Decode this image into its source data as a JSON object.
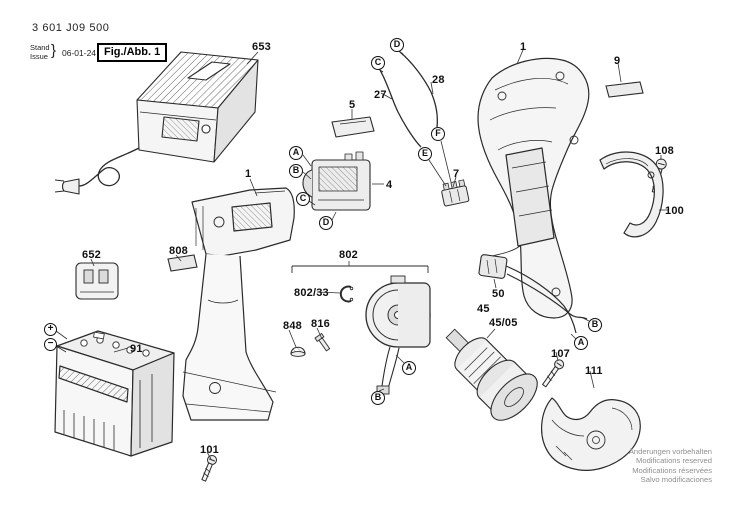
{
  "header": {
    "part_number": "3 601 J09 500",
    "stand_label": "Stand",
    "issue_label": "Issue",
    "brace": "}",
    "issue_date": "06-01-24",
    "figure_label": "Fig./Abb. 1"
  },
  "callouts": [
    {
      "label": "653"
    },
    {
      "label": "1"
    },
    {
      "label": "652"
    },
    {
      "label": "91"
    },
    {
      "label": "808"
    },
    {
      "label": "101"
    },
    {
      "label": "802"
    },
    {
      "label": "802/33"
    },
    {
      "label": "848"
    },
    {
      "label": "816"
    },
    {
      "label": "5"
    },
    {
      "label": "4"
    },
    {
      "label": "27"
    },
    {
      "label": "28"
    },
    {
      "label": "7"
    },
    {
      "label": "1"
    },
    {
      "label": "9"
    },
    {
      "label": "108"
    },
    {
      "label": "100"
    },
    {
      "label": "50"
    },
    {
      "label": "45"
    },
    {
      "label": "45/05"
    },
    {
      "label": "107"
    },
    {
      "label": "111"
    }
  ],
  "markers": [
    {
      "letter": "A"
    },
    {
      "letter": "B"
    },
    {
      "letter": "C"
    },
    {
      "letter": "D"
    },
    {
      "letter": "D"
    },
    {
      "letter": "C"
    },
    {
      "letter": "F"
    },
    {
      "letter": "E"
    },
    {
      "letter": "A"
    },
    {
      "letter": "B"
    },
    {
      "letter": "B"
    },
    {
      "letter": "A"
    },
    {
      "letter": "+"
    },
    {
      "letter": "−"
    }
  ],
  "footer": {
    "line1": "Änderungen vorbehalten",
    "line2": "Modifications reserved",
    "line3": "Modifications réservées",
    "line4": "Salvo modificaciones"
  }
}
